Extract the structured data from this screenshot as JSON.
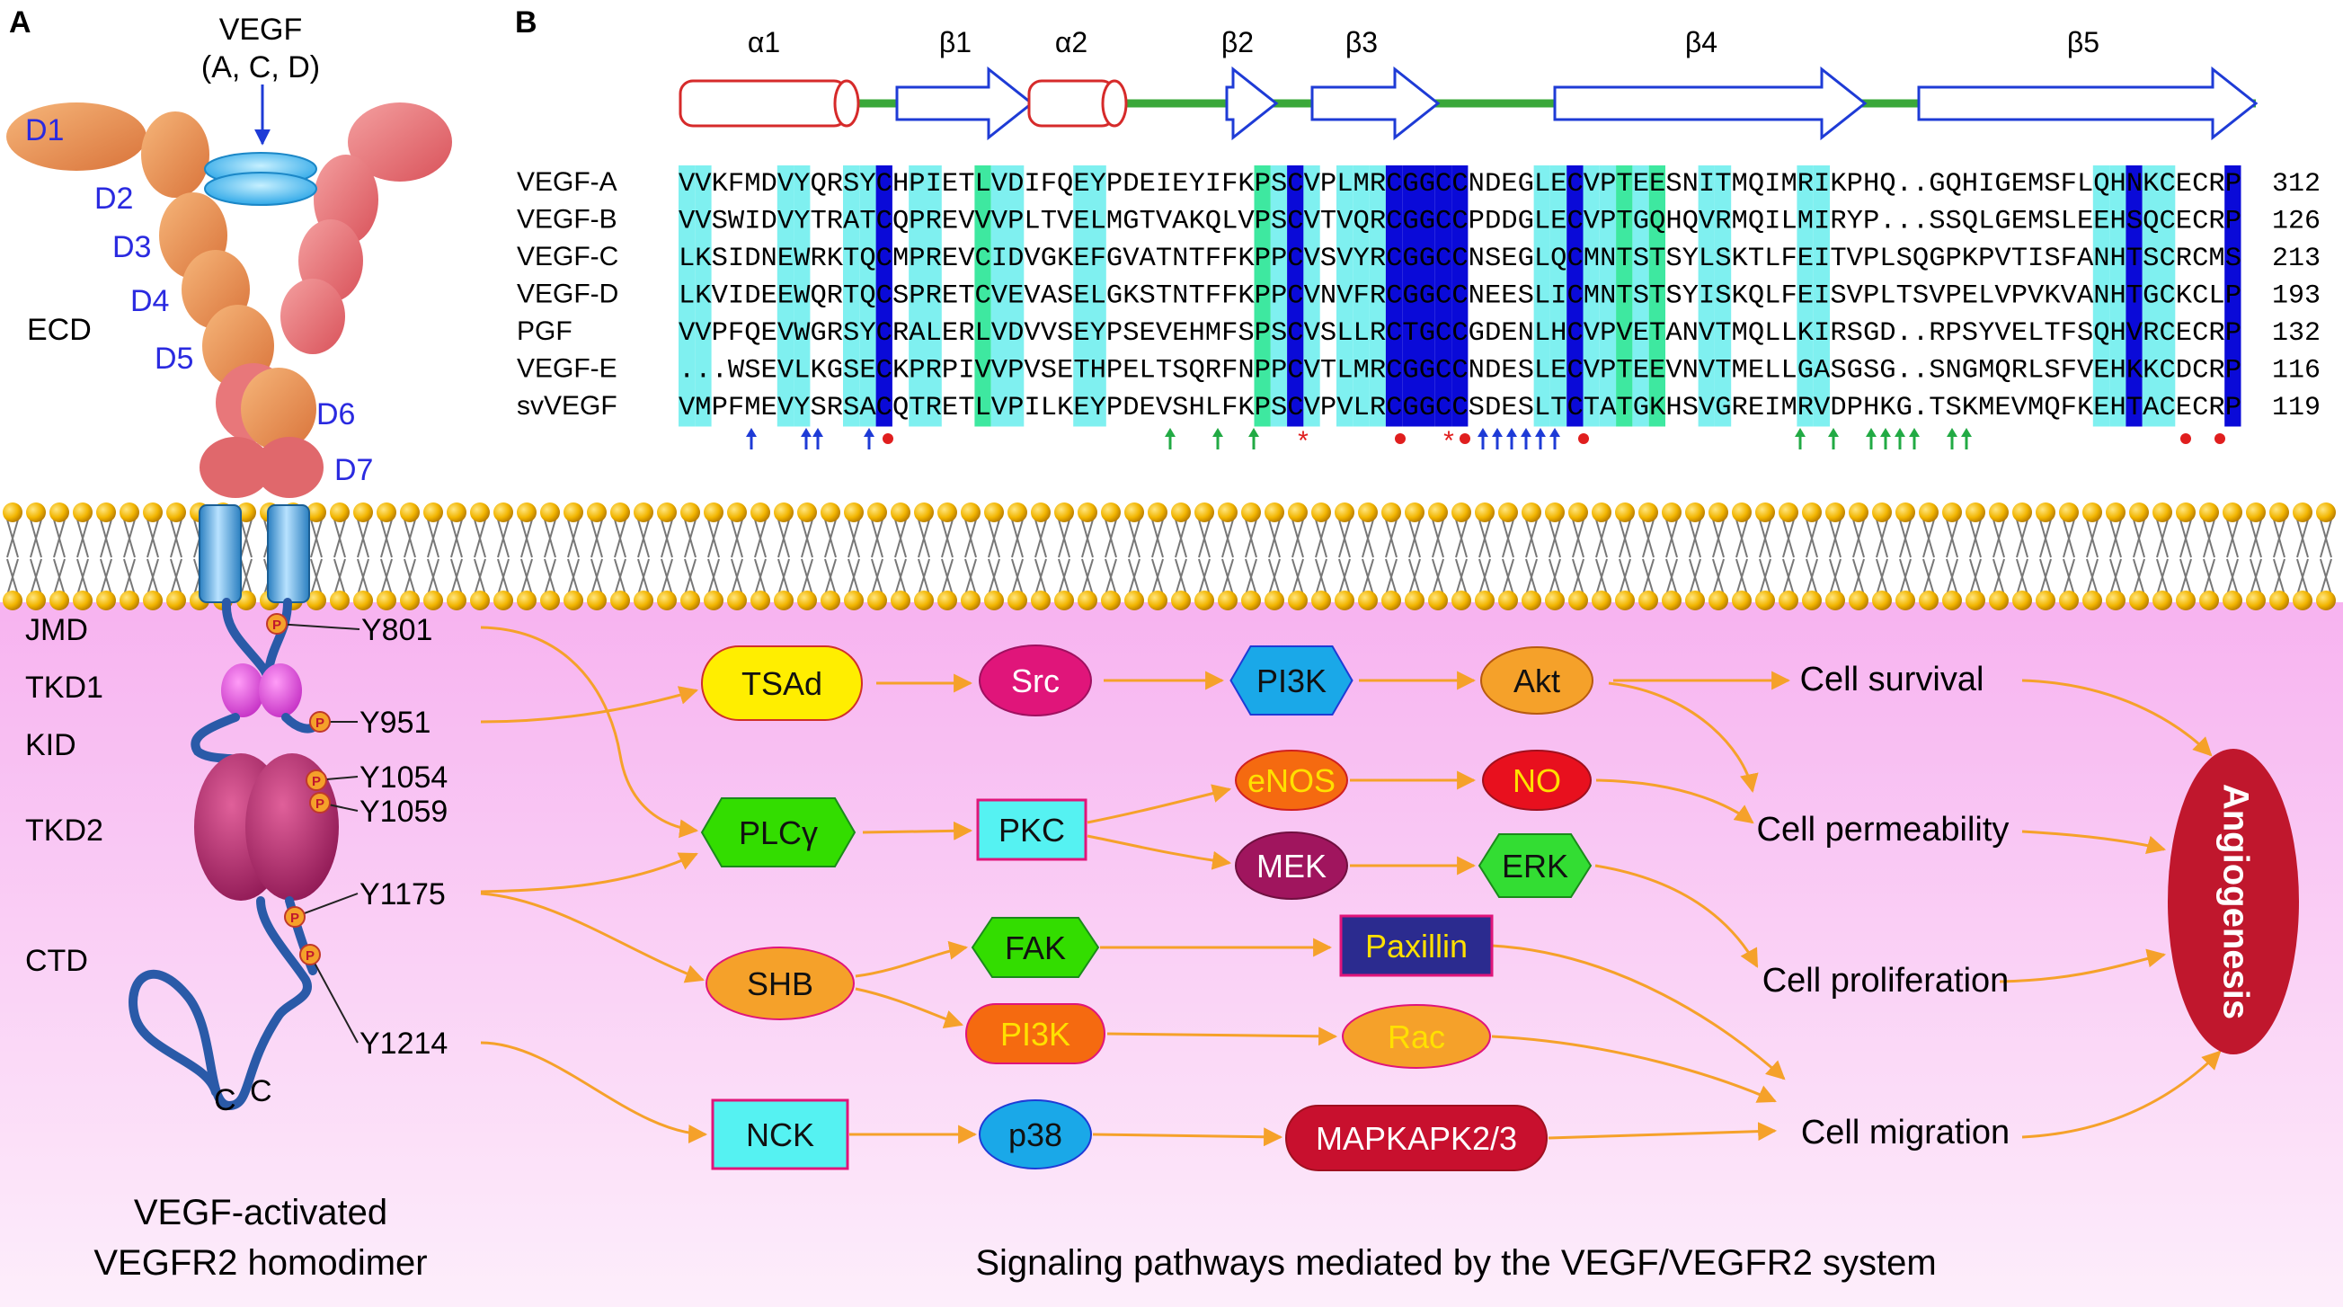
{
  "panel_a": {
    "letter": "A",
    "ligand": [
      "VEGF",
      "(A, C, D)"
    ],
    "domains": [
      "D1",
      "D2",
      "D3",
      "D4",
      "D5",
      "D6",
      "D7"
    ],
    "ecd": "ECD",
    "intracellular_regions": [
      "JMD",
      "TKD1",
      "KID",
      "TKD2",
      "CTD"
    ],
    "phospho_sites": [
      "Y801",
      "Y951",
      "Y1054",
      "Y1059",
      "Y1175",
      "Y1214"
    ],
    "phospho_mark": "P",
    "termini": [
      "C",
      "C"
    ],
    "caption": [
      "VEGF-activated",
      "VEGFR2 homodimer"
    ]
  },
  "panel_b": {
    "letter": "B",
    "secondary_structure": [
      "α1",
      "β1",
      "α2",
      "β2",
      "β3",
      "β4",
      "β5"
    ],
    "sequences": [
      {
        "name": "VEGF-A",
        "seq": "VVKFMDVYQRSYCHPIETLVDIFQEYPDEIEYIFKPSCVPLMRCGGCCNDEGLECVPTEESNITMQIMRIKPHQ..GQHIGEMSFLQHNKCECRP",
        "end": "312"
      },
      {
        "name": "VEGF-B",
        "seq": "VVSWIDVYTRATCQPREVVVPLTVELMGTVAKQLVPSCVTVQRCGGCCPDDGLECVPTGQHQVRMQILMIRYP...SSQLGEMSLEEHSQCECRP",
        "end": "126"
      },
      {
        "name": "VEGF-C",
        "seq": "LKSIDNEWRKTQCMPREVCIDVGKEFGVATNTFFKPPCVSVYRCGGCCNSEGLQCMNTSTSYLSKTLFEITVPLSQGPKPVTISFANHTSCRCMS",
        "end": "213"
      },
      {
        "name": "VEGF-D",
        "seq": "LKVIDEEWQRTQCSPRETCVEVASELGKSTNTFFKPPCVNVFRCGGCCNEESLICMNTSTSYISKQLFEISVPLTSVPELVPVKVANHTGCKCLP",
        "end": "193"
      },
      {
        "name": "PGF",
        "seq": "VVPFQEVWGRSYCRALERLVDVVSEYPSEVEHMFSPSCVSLLRCTGCCGDENLHCVPVETANVTMQLLKIRSGD..RPSYVELTFSQHVRCECRP",
        "end": "132"
      },
      {
        "name": "VEGF-E",
        "seq": "...WSEVLKGSECKPRPIVVPVSETHPELTSQRFNPPCVTLMRCGGCCNDESLECVPTEEVNVTMELLGASGSG..SNGMQRLSFVEHKKCDCRP",
        "end": "116"
      },
      {
        "name": "svVEGF",
        "seq": "VMPFMEVYSRSACQTRETLVPILKEYPDEVSHLFKPSCVPVLRCGGCCSDESLTCTATGKHSVGREIMRVDPHKG.TSKMEVMQFKEHTACECRP",
        "end": "119"
      }
    ],
    "marker_star": "*"
  },
  "pathway": {
    "nodes": {
      "tsad": "TSAd",
      "src": "Src",
      "pi3k_a": "PI3K",
      "akt": "Akt",
      "plcg": "PLCγ",
      "pkc": "PKC",
      "enos": "eNOS",
      "no": "NO",
      "mek": "MEK",
      "erk": "ERK",
      "shb": "SHB",
      "fak": "FAK",
      "paxillin": "Paxillin",
      "pi3k_b": "PI3K",
      "rac": "Rac",
      "nck": "NCK",
      "p38": "p38",
      "mapkapk": "MAPKAPK2/3"
    },
    "outcomes": [
      "Cell survival",
      "Cell permeability",
      "Cell proliferation",
      "Cell migration"
    ],
    "final": "Angiogenesis",
    "caption": "Signaling pathways mediated by the VEGF/VEGFR2 system"
  },
  "colors": {
    "arrow": "#f5a12a",
    "helix": "#d62a2a",
    "strand": "#1e3bd6",
    "cyan": "#7ff0f0",
    "green": "#3ee8a0",
    "blue": "#0a0ad8",
    "tsad": "#ffee00",
    "src": "#e0157a",
    "pi3k": "#1aa8e8",
    "akt": "#f5a12a",
    "plcg": "#33dd00",
    "pkc": "#55f2f2",
    "enos": "#f56a10",
    "no": "#e8101e",
    "mek": "#a0155e",
    "erk": "#33dd33",
    "shb": "#f5a12a",
    "fak": "#33dd00",
    "paxillin": "#2b2b8f",
    "rac": "#f5a12a",
    "nck": "#55f2f2",
    "p38": "#1aa8e8",
    "mapkapk": "#c8102e",
    "angio": "#c0172d"
  }
}
